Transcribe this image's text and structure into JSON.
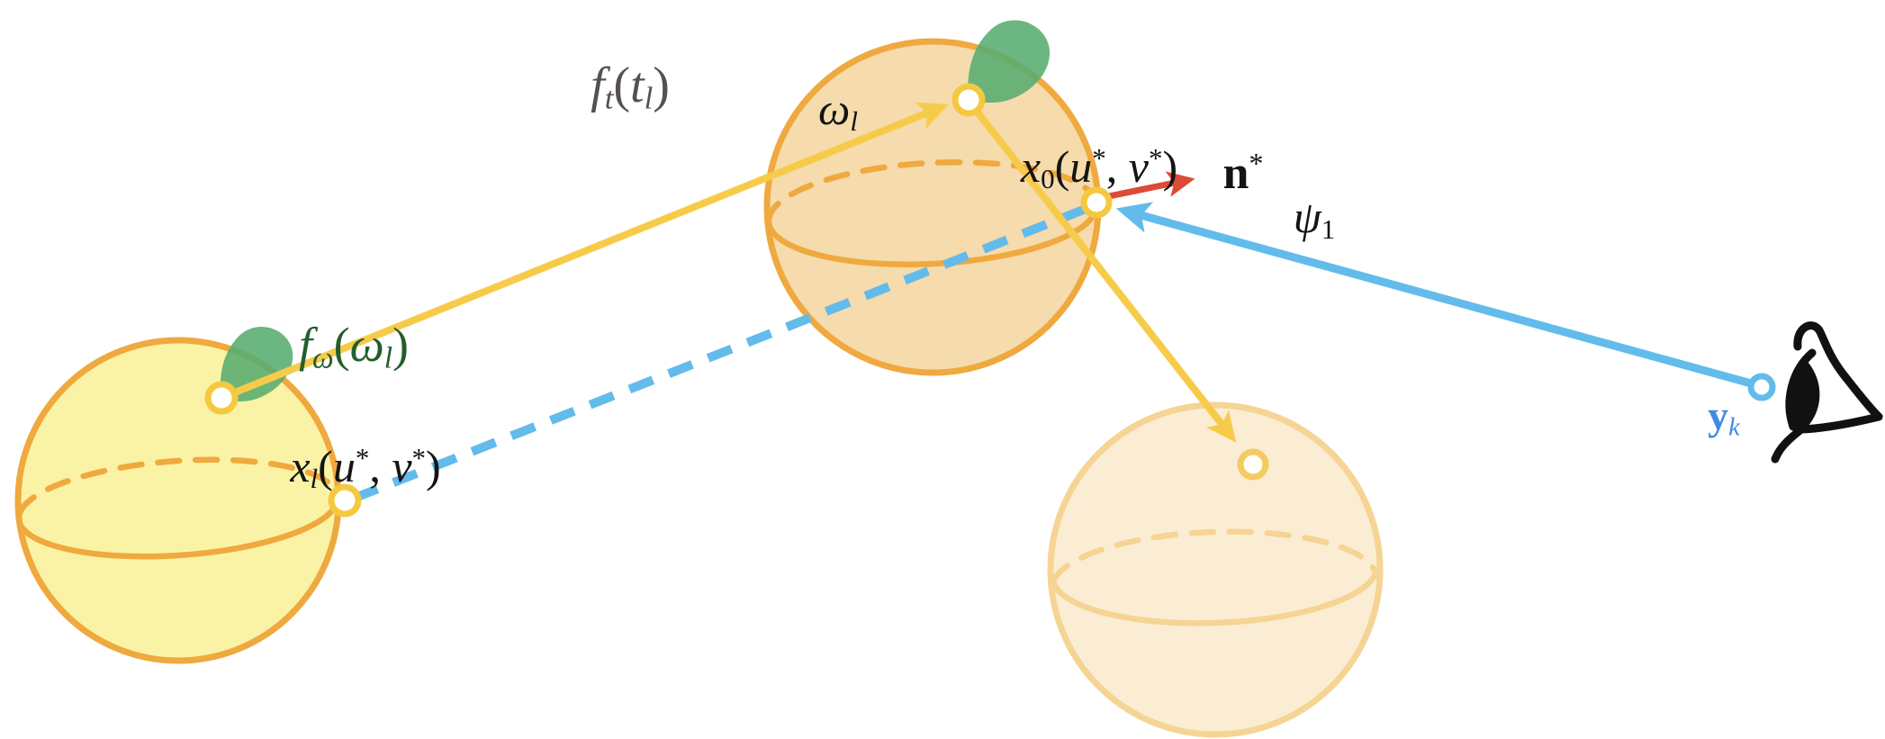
{
  "figure": {
    "background": "#ffffff",
    "labels": {
      "ft": {
        "parts": [
          "f",
          "t",
          "(",
          "t",
          "l",
          ")"
        ],
        "color": "#575052"
      },
      "omegal": {
        "parts": [
          "ω",
          "l"
        ],
        "color": "#141414"
      },
      "x0": {
        "parts": [
          "x",
          "0",
          "(",
          "u",
          "*",
          ", ",
          "v",
          "*",
          ")"
        ],
        "color": "#141414"
      },
      "nstar": {
        "parts": [
          "n",
          "*"
        ],
        "color": "#141414"
      },
      "psi1": {
        "parts": [
          "ψ",
          "1"
        ],
        "color": "#141414"
      },
      "yk": {
        "parts": [
          "y",
          "k"
        ],
        "color": "#4189e4"
      },
      "fomega": {
        "parts": [
          "f",
          "ω",
          "(",
          "ω",
          "l",
          ")"
        ],
        "color": "#235e2d"
      },
      "xl": {
        "parts": [
          "x",
          "l",
          "(",
          "u",
          "*",
          ", ",
          "v",
          "*",
          ")"
        ],
        "color": "#141414"
      }
    },
    "colors": {
      "ray_yellow": "#f7cb4a",
      "sphere_stroke_orange": "#efa93f",
      "light_sphere_fill": "#faf3a5",
      "scene_sphere_fill": "#f6dbac",
      "faded_sphere_fill": "#fbedd4",
      "faded_sphere_stroke": "#f5d494",
      "faded_point_ring": "#f3cb61",
      "lobe_green": "#58ac71",
      "camera_ray_blue": "#63bbeb",
      "normal_arrow_red": "#dc4b37",
      "eye_icon_black": "#111111",
      "label_green": "#235e2d",
      "label_gray": "#575052",
      "label_blue": "#4189e4"
    },
    "icons": {
      "eye": "eye-icon"
    }
  }
}
